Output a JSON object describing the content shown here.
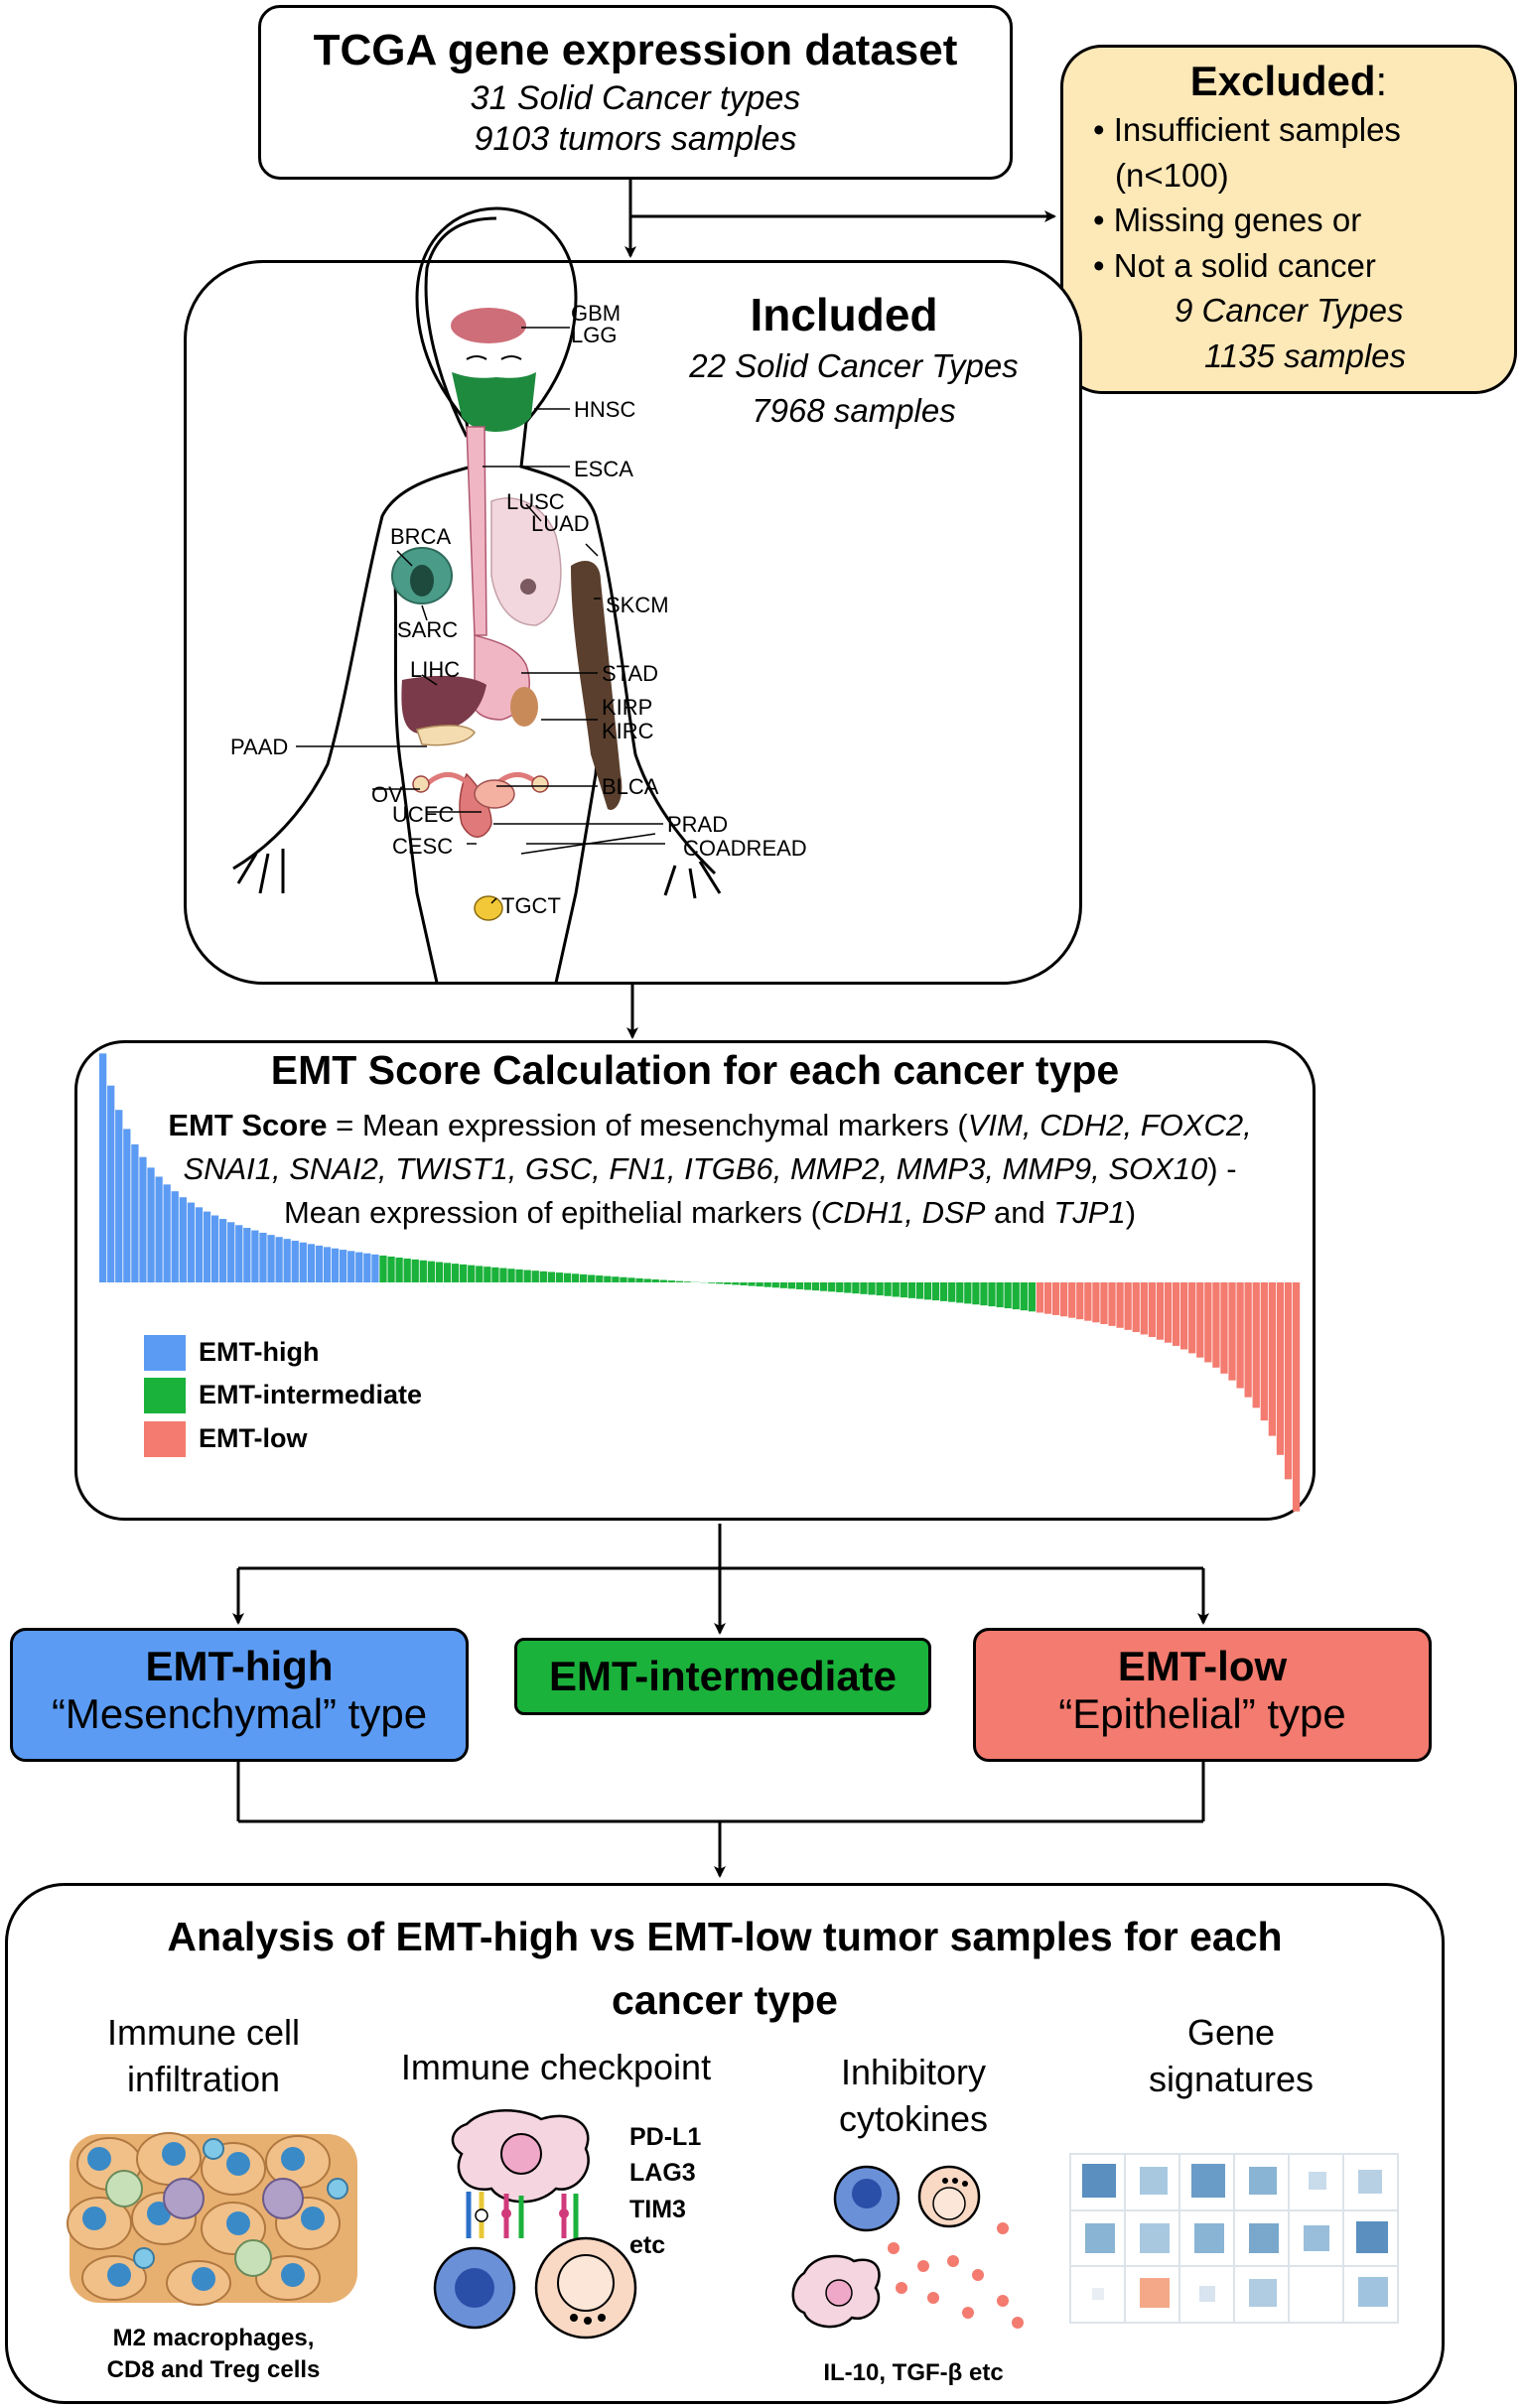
{
  "dataset": {
    "title": "TCGA gene expression dataset",
    "line1": "31 Solid Cancer types",
    "line2": "9103 tumors samples"
  },
  "excluded": {
    "title": "Excluded",
    "colon": ":",
    "bullet1a": "Insufficient samples",
    "bullet1b": "(n<100)",
    "bullet2": "Missing genes or",
    "bullet3": "Not a solid cancer",
    "types": "9 Cancer Types",
    "samples": "1135 samples"
  },
  "included": {
    "title": "Included",
    "types": "22 Solid Cancer Types",
    "samples": "7968 samples"
  },
  "cancer_labels": [
    "GBM",
    "LGG",
    "HNSC",
    "ESCA",
    "LUSC",
    "LUAD",
    "BRCA",
    "SKCM",
    "SARC",
    "LIHC",
    "STAD",
    "KIRP",
    "KIRC",
    "PAAD",
    "BLCA",
    "OV",
    "UCEC",
    "PRAD",
    "CESC",
    "COADREAD",
    "TGCT"
  ],
  "emt": {
    "title": "EMT Score Calculation for each cancer type",
    "formula_bold": "EMT Score",
    "formula_eq": " = Mean expression of mesenchymal markers (",
    "mes_markers_1": "VIM, CDH2, FOXC2,",
    "mes_markers_2": "SNAI1, SNAI2, TWIST1, GSC, FN1, ITGB6, MMP2, MMP3, MMP9, SOX10",
    "dash": ") -",
    "epi_prefix": "Mean expression of epithelial markers (",
    "epi_markers": "CDH1, DSP",
    "and": " and ",
    "epi_last": "TJP1",
    "close": ")",
    "legend": [
      {
        "label": "EMT-high",
        "color": "#5b9bf3"
      },
      {
        "label": "EMT-intermediate",
        "color": "#1ab23b"
      },
      {
        "label": "EMT-low",
        "color": "#f37b6f"
      }
    ]
  },
  "colors": {
    "high": "#5b9bf3",
    "mid": "#1ab23b",
    "low": "#f37b6f",
    "excluded_bg": "#fde8b8"
  },
  "groups": {
    "high_title": "EMT-high",
    "high_sub": "“Mesenchymal” type",
    "mid_title": "EMT-intermediate",
    "low_title": "EMT-low",
    "low_sub": "“Epithelial” type"
  },
  "analysis": {
    "title_line1": "Analysis of EMT-high vs EMT-low tumor samples for each",
    "title_line2": "cancer type",
    "immune_h1": "Immune cell",
    "immune_h2": "infiltration",
    "immune_cap1": "M2 macrophages,",
    "immune_cap2": "CD8 and Treg cells",
    "checkpoint_h": "Immune checkpoint",
    "checkpoint_list": [
      "PD-L1",
      "LAG3",
      "TIM3",
      "etc"
    ],
    "cytokine_h1": "Inhibitory",
    "cytokine_h2": "cytokines",
    "cytokine_cap": "IL-10, TGF-β etc",
    "gene_h1": "Gene",
    "gene_h2": "signatures"
  }
}
